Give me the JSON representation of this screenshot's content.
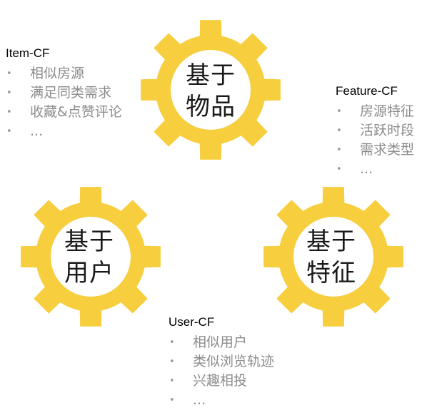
{
  "colors": {
    "gear": "#F6CE3E",
    "gear_hole": "#FFFFFF",
    "item_text": "#8C8C8C",
    "title_text": "#000000"
  },
  "gears": [
    {
      "id": "item",
      "line1": "基于",
      "line2": "物品"
    },
    {
      "id": "user",
      "line1": "基于",
      "line2": "用户"
    },
    {
      "id": "feature",
      "line1": "基于",
      "line2": "特征"
    }
  ],
  "panels": {
    "item_cf": {
      "title": "Item-CF",
      "items": [
        "相似房源",
        "满足同类需求",
        "收藏&点赞评论",
        "..."
      ]
    },
    "feature_cf": {
      "title": "Feature-CF",
      "items": [
        "房源特征",
        "活跃时段",
        "需求类型",
        "..."
      ]
    },
    "user_cf": {
      "title": "User-CF",
      "items": [
        "相似用户",
        "类似浏览轨迹",
        "兴趣相投",
        "..."
      ]
    }
  },
  "bullet": "•"
}
